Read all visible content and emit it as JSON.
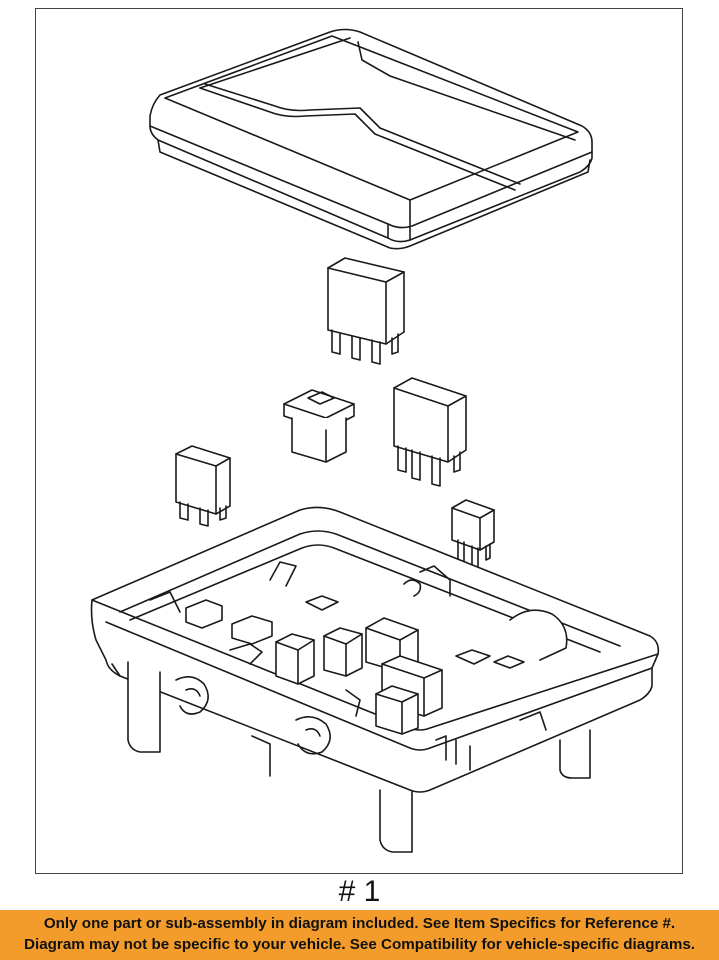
{
  "diagram": {
    "parts": [
      {
        "name": "fuse-box-cover"
      },
      {
        "name": "large-relay-top"
      },
      {
        "name": "mini-fuse"
      },
      {
        "name": "large-relay-right"
      },
      {
        "name": "small-relay-left"
      },
      {
        "name": "micro-relay"
      },
      {
        "name": "fuse-block-base"
      }
    ]
  },
  "reference": {
    "label": "# 1"
  },
  "banner": {
    "line1": "Only one part or sub-assembly in diagram included. See Item Specifics for Reference #.",
    "line2": "Diagram may not be specific to your vehicle. See Compatibility for vehicle-specific diagrams.",
    "color": "#f39c2c"
  }
}
